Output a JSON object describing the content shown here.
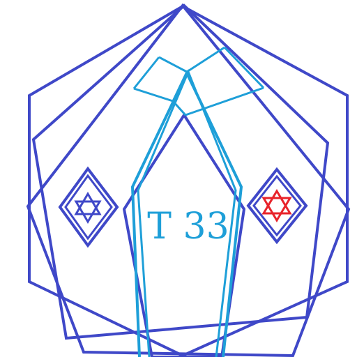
{
  "label": "T 33",
  "colors": {
    "background": "#ffffff",
    "outer_shapes": "#3f48c8",
    "inner_shapes": "#1e9fd8",
    "label_text": "#1e9fd8",
    "left_star": "#3f48c8",
    "right_star": "#e8232a"
  },
  "elements": {
    "left_diamond_icon": "diamond-with-six-point-star",
    "right_diamond_icon": "diamond-with-six-point-star"
  }
}
